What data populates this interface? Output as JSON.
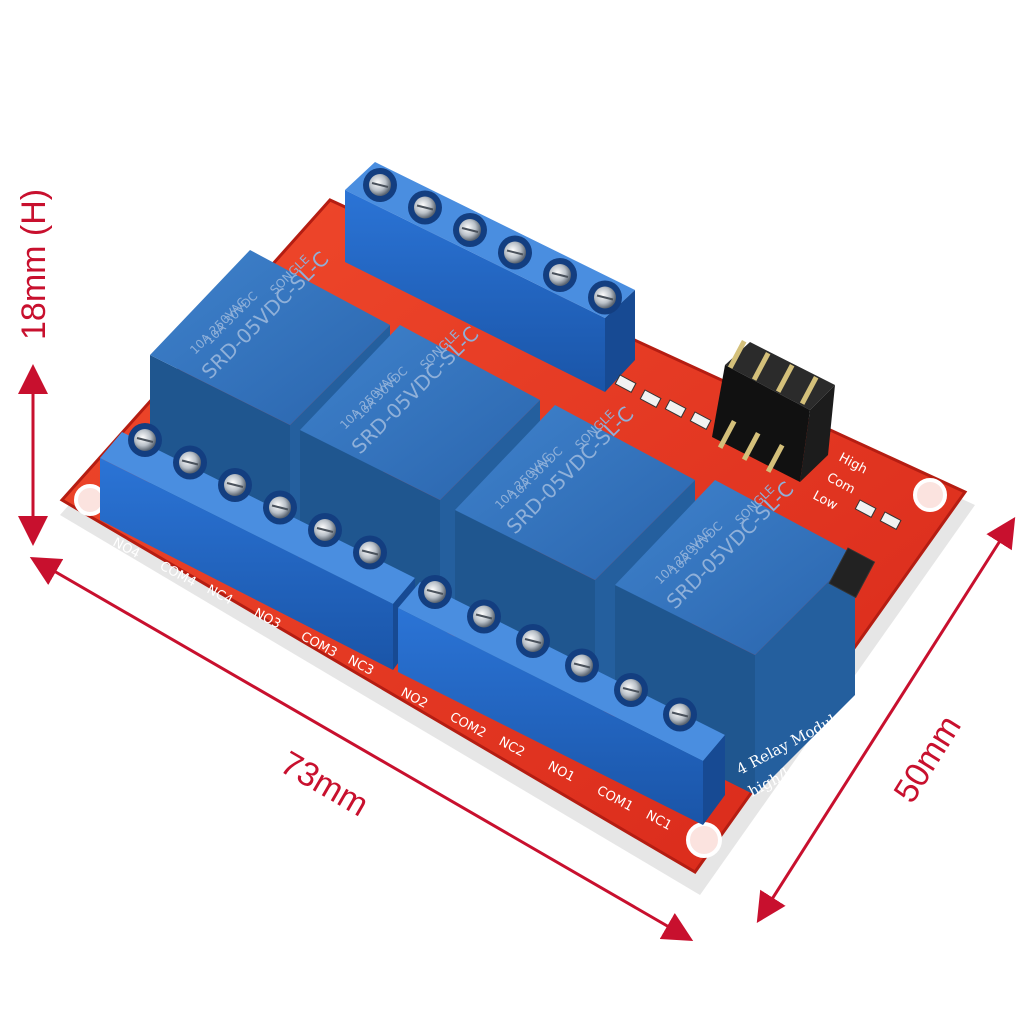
{
  "dimensions": {
    "height": "18mm (H)",
    "length": "73mm",
    "width": "50mm"
  },
  "terminal_labels": {
    "left_block": [
      "NO4",
      "COM4",
      "NC4",
      "NO3",
      "COM3",
      "NC3"
    ],
    "right_block": [
      "NO2",
      "COM2",
      "NC2",
      "NO1",
      "COM1",
      "NC1"
    ]
  },
  "jumper_labels": [
    "High",
    "Com",
    "Low"
  ],
  "relay": {
    "brand": "SONGLE",
    "model": "SRD-05VDC-SL-C",
    "rating_ac": "10A 250VAC",
    "rating_dc": "10A 30VDC"
  },
  "module_text": {
    "line1": "4 Relay Module",
    "line2": "high/low level trigger"
  },
  "colors": {
    "pcb": "#e8331f",
    "relay": "#2f6fb8",
    "terminal": "#1f63c5",
    "dimension": "#c8102e"
  }
}
